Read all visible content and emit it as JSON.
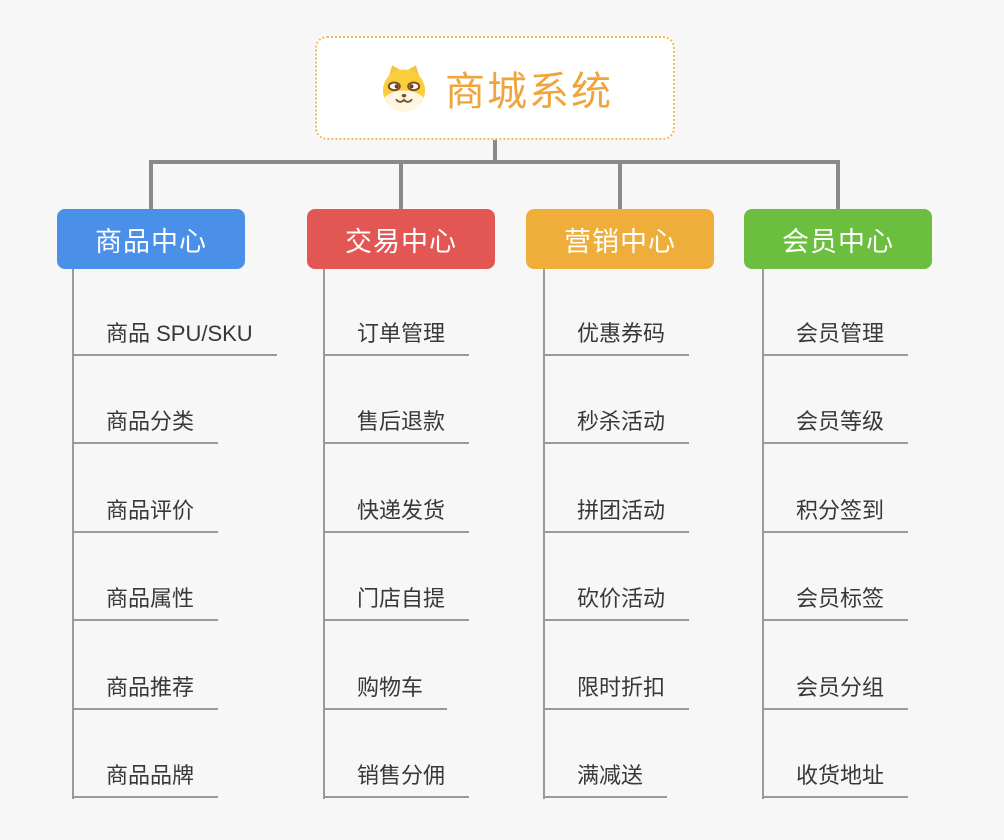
{
  "root": {
    "label": "商城系统",
    "icon": "shiba-dog-icon"
  },
  "branches": [
    {
      "label": "商品中心",
      "color": "#4a8fe8",
      "items": [
        "商品 SPU/SKU",
        "商品分类",
        "商品评价",
        "商品属性",
        "商品推荐",
        "商品品牌"
      ]
    },
    {
      "label": "交易中心",
      "color": "#e25654",
      "items": [
        "订单管理",
        "售后退款",
        "快递发货",
        "门店自提",
        "购物车",
        "销售分佣"
      ]
    },
    {
      "label": "营销中心",
      "color": "#efae3a",
      "items": [
        "优惠券码",
        "秒杀活动",
        "拼团活动",
        "砍价活动",
        "限时折扣",
        "满减送"
      ]
    },
    {
      "label": "会员中心",
      "color": "#6cbe3e",
      "items": [
        "会员管理",
        "会员等级",
        "积分签到",
        "会员标签",
        "会员分组",
        "收货地址"
      ]
    }
  ],
  "colors": {
    "background": "#f7f7f7",
    "connector": "#8a8a8a",
    "leaf_underline": "#9a9a9a",
    "root_border": "#f3bb55",
    "root_text": "#f0a53c",
    "leaf_text": "#383838"
  }
}
